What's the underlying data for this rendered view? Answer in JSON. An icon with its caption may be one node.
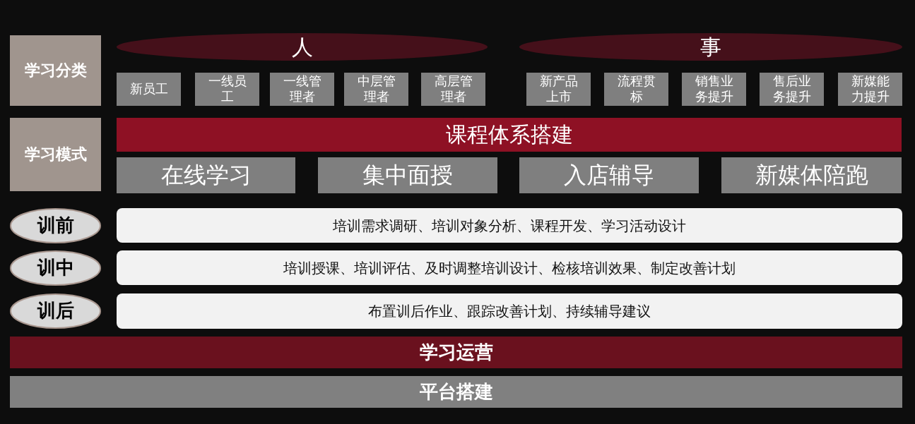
{
  "diagram": {
    "nodes": [
      {
        "text": [
          "学习分类"
        ]
      },
      {
        "text": [
          "人"
        ]
      },
      {
        "text": [
          "事"
        ]
      },
      {
        "text": [
          "新员工"
        ]
      },
      {
        "text": [
          "一线员工"
        ]
      },
      {
        "text": [
          "一线管理者"
        ]
      },
      {
        "text": [
          "中层管理者"
        ]
      },
      {
        "text": [
          "高层管理者"
        ]
      },
      {
        "text": [
          "新产品上市"
        ]
      },
      {
        "text": [
          "流程贯标"
        ]
      },
      {
        "text": [
          "销售业务提升"
        ]
      },
      {
        "text": [
          "售后业务提升"
        ]
      },
      {
        "text": [
          "新媒能力提升"
        ]
      },
      {
        "text": [
          "学习模式"
        ]
      },
      {
        "text": [
          "课程体系搭建"
        ]
      },
      {
        "text": [
          "在线学习"
        ]
      },
      {
        "text": [
          "集中面授"
        ]
      },
      {
        "text": [
          "入店辅导"
        ]
      },
      {
        "text": [
          "新媒体陪跑"
        ]
      },
      {
        "text": [
          "训前"
        ]
      },
      {
        "text": [
          "培训需求调研、培训对象分析、课程开发、学习活动设计"
        ]
      },
      {
        "text": [
          "训中"
        ]
      },
      {
        "text": [
          "培训授课、培训评估、及时调整培训设计、检核培训效果、制定改善计划"
        ]
      },
      {
        "text": [
          "训后"
        ]
      },
      {
        "text": [
          "布置训后作业、跟踪改善计划、持续辅导建议"
        ]
      },
      {
        "text": [
          "学习运营"
        ]
      },
      {
        "text": [
          "平台搭建"
        ]
      }
    ]
  }
}
